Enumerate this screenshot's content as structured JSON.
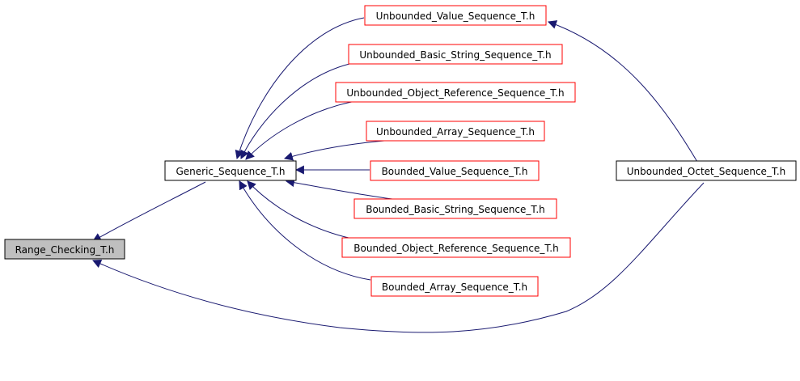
{
  "nodes": {
    "range_checking": "Range_Checking_T.h",
    "generic_sequence": "Generic_Sequence_T.h",
    "unbounded_value": "Unbounded_Value_Sequence_T.h",
    "unbounded_basic_string": "Unbounded_Basic_String_Sequence_T.h",
    "unbounded_object_reference": "Unbounded_Object_Reference_Sequence_T.h",
    "unbounded_array": "Unbounded_Array_Sequence_T.h",
    "bounded_value": "Bounded_Value_Sequence_T.h",
    "bounded_basic_string": "Bounded_Basic_String_Sequence_T.h",
    "bounded_object_reference": "Bounded_Object_Reference_Sequence_T.h",
    "bounded_array": "Bounded_Array_Sequence_T.h",
    "unbounded_octet": "Unbounded_Octet_Sequence_T.h"
  },
  "colors": {
    "edge": "#191970",
    "linked_border": "#ff0000",
    "plain_border": "#000000",
    "root_fill": "#bfbfbf"
  }
}
